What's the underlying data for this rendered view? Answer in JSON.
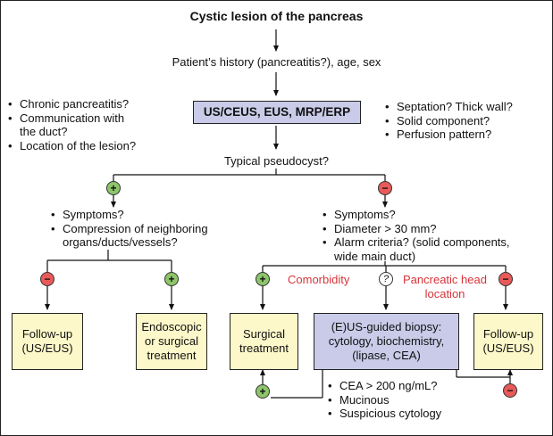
{
  "title": "Cystic lesion of the pancreas",
  "history": "Patient’s history (pancreatitis?), age, sex",
  "imaging": "US/CEUS, EUS, MRP/ERP",
  "left_questions": [
    "Chronic pancreatitis?",
    "Communication with",
    "the duct?",
    "Location of the lesion?"
  ],
  "right_questions": [
    "Septation? Thick wall?",
    "Solid component?",
    "Perfusion pattern?"
  ],
  "pseudocyst": "Typical pseudocyst?",
  "plus_questions": [
    "Symptoms?",
    "Compression of neighboring",
    "organs/ducts/vessels?"
  ],
  "minus_questions": [
    "Symptoms?",
    "Diameter > 30 mm?",
    "Alarm criteria? (solid components,",
    "wide main duct)"
  ],
  "comorbidity": "Comorbidity",
  "head_location": [
    "Pancreatic head",
    "location"
  ],
  "signs": {
    "plus": "+",
    "minus": "−",
    "question": "?"
  },
  "boxes": {
    "followup_left": [
      "Follow-up",
      "(US/EUS)"
    ],
    "endoscopic": [
      "Endoscopic",
      "or surgical",
      "treatment"
    ],
    "surgical": [
      "Surgical",
      "treatment"
    ],
    "biopsy": [
      "(E)US-guided biopsy:",
      "cytology, biochemistry,",
      "(lipase, CEA)"
    ],
    "followup_right": [
      "Follow-up",
      "(US/EUS)"
    ]
  },
  "biopsy_results": [
    "CEA > 200 ng/mL?",
    "Mucinous",
    "Suspicious cytology"
  ],
  "colors": {
    "yellow_box": "#fdf8c9",
    "blue_box": "#c9cbe8",
    "plus_green": "#8dc56a",
    "minus_red": "#e85a5a",
    "label_red": "#d7343a"
  }
}
